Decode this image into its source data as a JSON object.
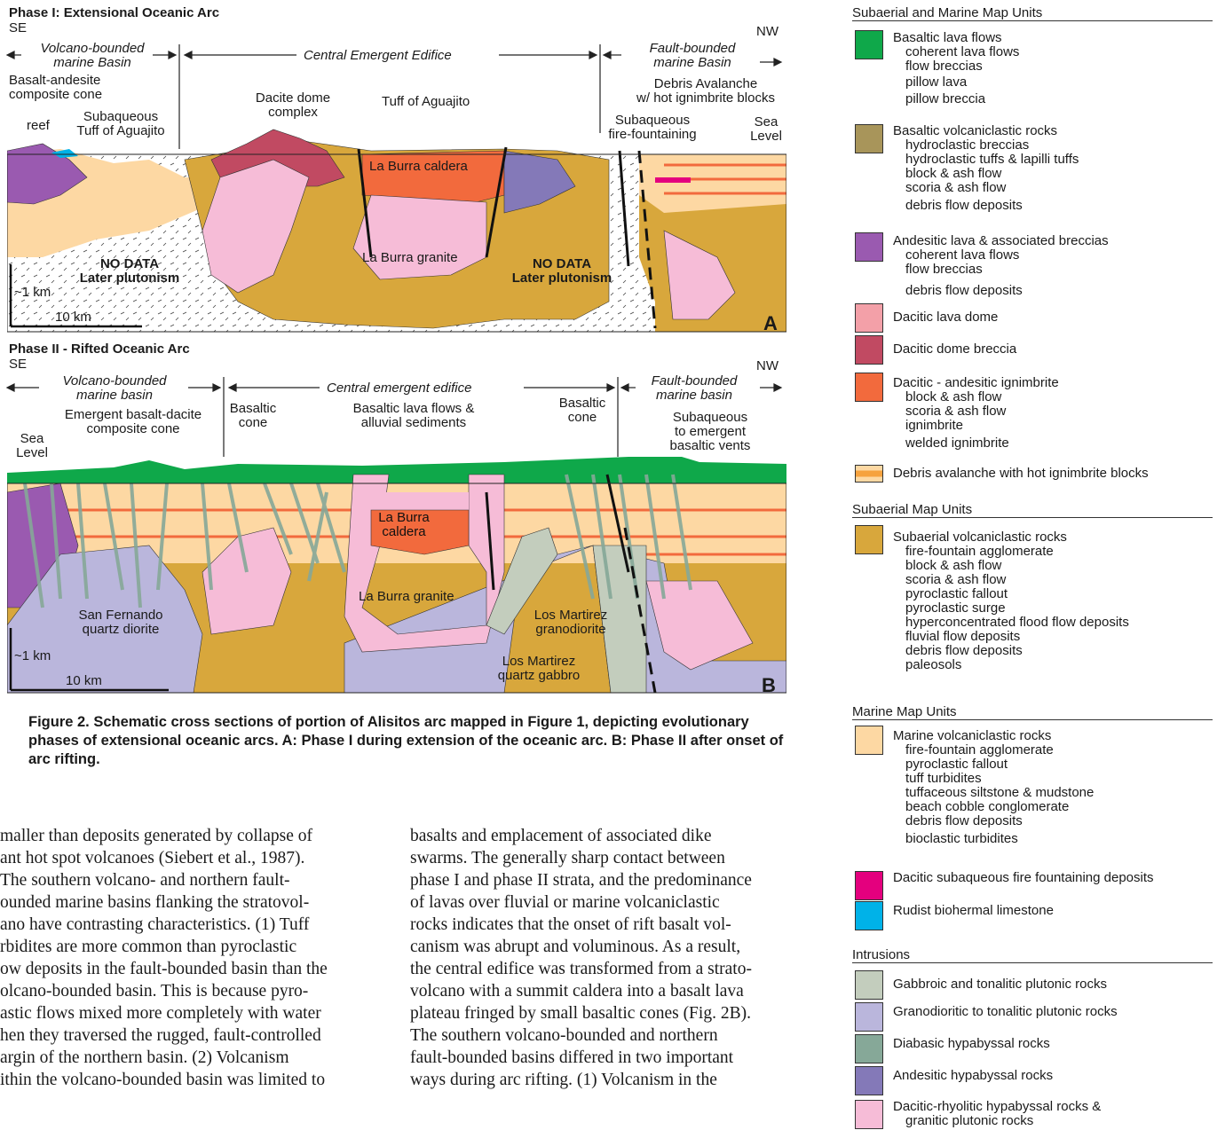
{
  "phase1": {
    "title": "Phase I: Extensional Oceanic Arc",
    "se": "SE",
    "nw": "NW",
    "left_basin": [
      "Volcano-bounded",
      "marine Basin"
    ],
    "center": "Central Emergent Edifice",
    "right_basin": [
      "Fault-bounded",
      "marine Basin"
    ],
    "composite_cone": [
      "Basalt-andesite",
      "composite cone"
    ],
    "reef": "reef",
    "subaqueous_tuff": [
      "Subaqueous",
      "Tuff of Aguajito"
    ],
    "dacite_dome": [
      "Dacite dome",
      "complex"
    ],
    "tuff_aguajito": "Tuff of Aguajito",
    "debris_avalanche": [
      "Debris Avalanche",
      "w/ hot ignimbrite blocks"
    ],
    "fire_fountaining": [
      "Subaqueous",
      "fire-fountaining"
    ],
    "sea_level": [
      "Sea",
      "Level"
    ],
    "caldera": "La Burra caldera",
    "granite": "La Burra granite",
    "no_data": [
      "NO DATA",
      "Later plutonism"
    ],
    "scale_v": "~1 km",
    "scale_h": "10 km",
    "panel_letter": "A"
  },
  "phase2": {
    "title": "Phase II - Rifted Oceanic Arc",
    "se": "SE",
    "nw": "NW",
    "left_basin": [
      "Volcano-bounded",
      "marine basin"
    ],
    "center": "Central emergent edifice",
    "right_basin": [
      "Fault-bounded",
      "marine basin"
    ],
    "composite_cone": [
      "Emergent basalt-dacite",
      "composite cone"
    ],
    "basaltic_cone": [
      "Basaltic",
      "cone"
    ],
    "lava_flows": [
      "Basaltic lava flows &",
      "alluvial sediments"
    ],
    "vents": [
      "Subaqueous",
      "to emergent",
      "basaltic vents"
    ],
    "sea_level": [
      "Sea",
      "Level"
    ],
    "caldera": [
      "La Burra",
      "caldera"
    ],
    "granite": "La Burra granite",
    "san_fernando": [
      "San Fernando",
      "quartz diorite"
    ],
    "granodiorite": [
      "Los Martirez",
      "granodiorite"
    ],
    "gabbro": [
      "Los Martirez",
      "quartz gabbro"
    ],
    "scale_v": "~1 km",
    "scale_h": "10 km",
    "panel_letter": "B"
  },
  "caption": "Figure 2. Schematic cross sections of portion of Alisitos arc mapped in Figure 1, depicting evolutionary phases of extensional oceanic arcs. A: Phase I during extension of the oceanic arc. B: Phase II after onset of arc rifting.",
  "text_left": "maller than deposits generated by collapse of ant hot spot volcanoes (Siebert et al., 1987). The southern volcano- and northern fault-bounded marine basins flanking the stratovolano have contrasting characteristics. (1) Tuff rbidites are more common than pyroclastic ow deposits in the fault-bounded basin than the olcano-bounded basin. This is because pyroastic flows mixed more completely with water hen they traversed the rugged, fault-controlled argin of the northern basin. (2) Volcanism ithin the volcano-bounded basin was limited to",
  "text_left_lines": [
    "maller than deposits generated by collapse of",
    "ant hot spot volcanoes (Siebert et al., 1987).",
    "  The southern volcano- and northern fault-",
    "ounded marine basins flanking the stratovol-",
    "ano have contrasting characteristics. (1) Tuff",
    "rbidites are more common than pyroclastic",
    "ow deposits in the fault-bounded basin than the",
    "olcano-bounded basin. This is because pyro-",
    "astic flows mixed more completely with water",
    "hen they traversed the rugged, fault-controlled",
    "argin of the northern basin. (2) Volcanism",
    "ithin the volcano-bounded basin was limited to"
  ],
  "text_right_lines": [
    "basalts and emplacement of associated dike",
    "swarms. The generally sharp contact between",
    "phase I and phase II strata, and the predominance",
    "of lavas over fluvial or marine volcaniclastic",
    "rocks indicates that the onset of rift basalt vol-",
    "canism was abrupt and voluminous. As a result,",
    "the central edifice was transformed from a strato-",
    "volcano with a summit caldera into a basalt lava",
    "plateau fringed by small basaltic cones (Fig. 2B).",
    "  The southern volcano-bounded and northern",
    "fault-bounded basins differed in two important",
    "ways during arc rifting. (1) Volcanism in the"
  ],
  "legend": {
    "h1": "Subaerial and Marine Map Units",
    "h2": "Subaerial Map Units",
    "h3": "Marine Map Units",
    "h4": "Intrusions",
    "units": [
      {
        "name": "Basaltic lava flows",
        "color": "#0fa84a",
        "subs": [
          "coherent lava flows",
          "flow breccias",
          "pillow lava",
          "pillow breccia"
        ]
      },
      {
        "name": "Basaltic volcaniclastic rocks",
        "color": "#a8955a",
        "subs": [
          "hydroclastic breccias",
          "hydroclastic tuffs & lapilli tuffs",
          "block & ash flow",
          "scoria & ash flow",
          "debris flow deposits"
        ]
      },
      {
        "name": "Andesitic lava & associated breccias",
        "color": "#9a5ab0",
        "subs": [
          "coherent lava flows",
          "flow breccias",
          "debris flow deposits"
        ]
      },
      {
        "name": "Dacitic lava dome",
        "color": "#f3a0a8",
        "subs": []
      },
      {
        "name": "Dacitic dome breccia",
        "color": "#c14a62",
        "subs": []
      },
      {
        "name": "Dacitic - andesitic ignimbrite",
        "color": "#f26a3d",
        "subs": [
          "block & ash flow",
          "scoria & ash flow",
          "ignimbrite",
          "welded ignimbrite"
        ]
      },
      {
        "name": "Debris avalanche with hot ignimbrite blocks",
        "color": "#f6a23e",
        "subs": []
      },
      {
        "name": "Subaerial volcaniclastic rocks",
        "color": "#d8a73c",
        "subs": [
          "fire-fountain agglomerate",
          "block & ash flow",
          "scoria & ash flow",
          "pyroclastic fallout",
          "pyroclastic surge",
          "hyperconcentrated flood flow deposits",
          "fluvial flow deposits",
          "debris flow deposits",
          "paleosols"
        ]
      },
      {
        "name": "Marine volcaniclastic rocks",
        "color": "#fdd8a3",
        "subs": [
          "fire-fountain agglomerate",
          "pyroclastic fallout",
          "tuff turbidites",
          "tuffaceous siltstone & mudstone",
          "beach cobble conglomerate",
          "debris flow deposits",
          "bioclastic turbidites"
        ]
      },
      {
        "name": "Dacitic subaqueous fire fountaining deposits",
        "color": "#e4007e",
        "subs": []
      },
      {
        "name": "Rudist biohermal limestone",
        "color": "#00b2e8",
        "subs": []
      },
      {
        "name": "Gabbroic and tonalitic plutonic rocks",
        "color": "#c3cdbd",
        "subs": []
      },
      {
        "name": "Granodioritic to tonalitic plutonic rocks",
        "color": "#bab6dc",
        "subs": []
      },
      {
        "name": "Diabasic hypabyssal rocks",
        "color": "#86a898",
        "subs": []
      },
      {
        "name": "Andesitic hypabyssal rocks",
        "color": "#8479b8",
        "subs": []
      },
      {
        "name": "Dacitic-rhyolitic hypabyssal rocks &",
        "color": "#f6bcd7",
        "subs": [
          "granitic plutonic rocks"
        ]
      }
    ]
  }
}
